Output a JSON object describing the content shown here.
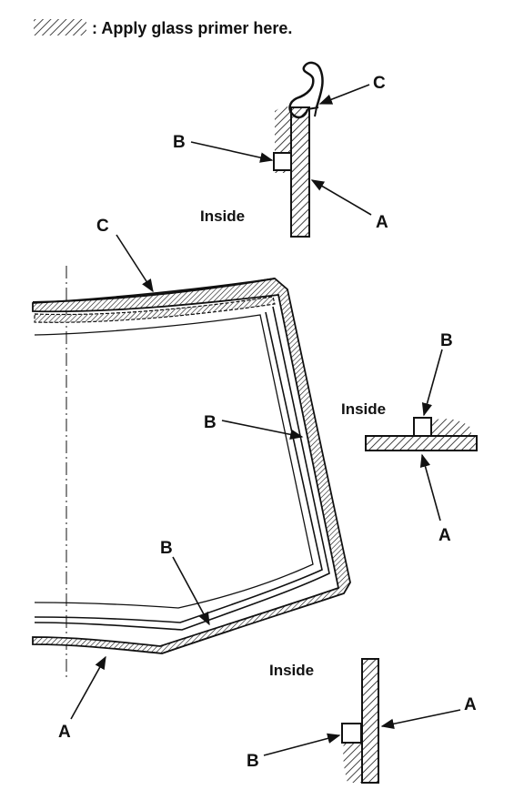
{
  "legend": {
    "text": ": Apply glass primer here."
  },
  "labels": {
    "top_detail": {
      "c": "C",
      "b": "B",
      "a": "A",
      "inside": "Inside"
    },
    "windshield": {
      "c": "C",
      "b_side": "B",
      "b_bottom": "B",
      "a": "A"
    },
    "right_detail": {
      "b": "B",
      "a": "A",
      "inside": "Inside"
    },
    "bottom_detail": {
      "inside": "Inside",
      "a": "A",
      "b": "B"
    }
  }
}
